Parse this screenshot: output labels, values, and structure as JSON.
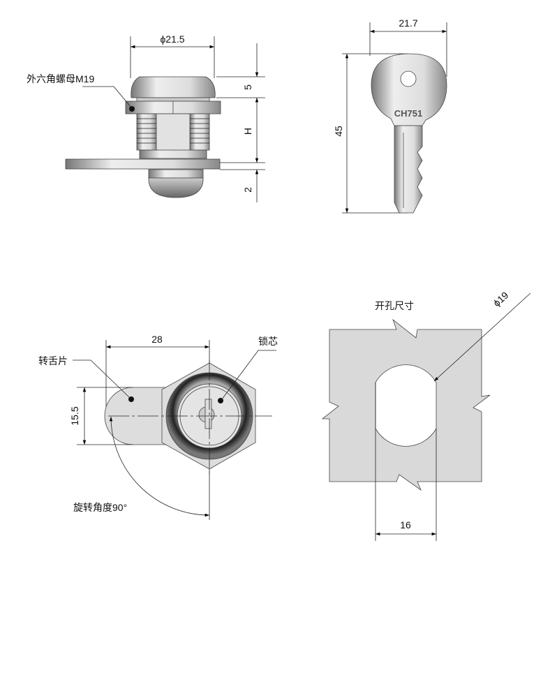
{
  "top_left": {
    "dia_label": "ϕ21.5",
    "nut_label": "外六角螺母M19",
    "dim_5": "5",
    "dim_h": "H",
    "dim_2": "2"
  },
  "key": {
    "width_label": "21.7",
    "length_label": "45",
    "model": "CH751"
  },
  "bottom_left": {
    "width_label": "28",
    "tab_label": "转舌片",
    "core_label": "锁芯",
    "height_label": "15.5",
    "rotation_label": "旋转角度90°"
  },
  "cutout": {
    "title": "开孔尺寸",
    "dia_label": "ϕ19",
    "flat_label": "16"
  },
  "colors": {
    "metal": "#d8d8d8",
    "cutout_fill": "#d9d9d9",
    "dark_ring": "#333333"
  }
}
